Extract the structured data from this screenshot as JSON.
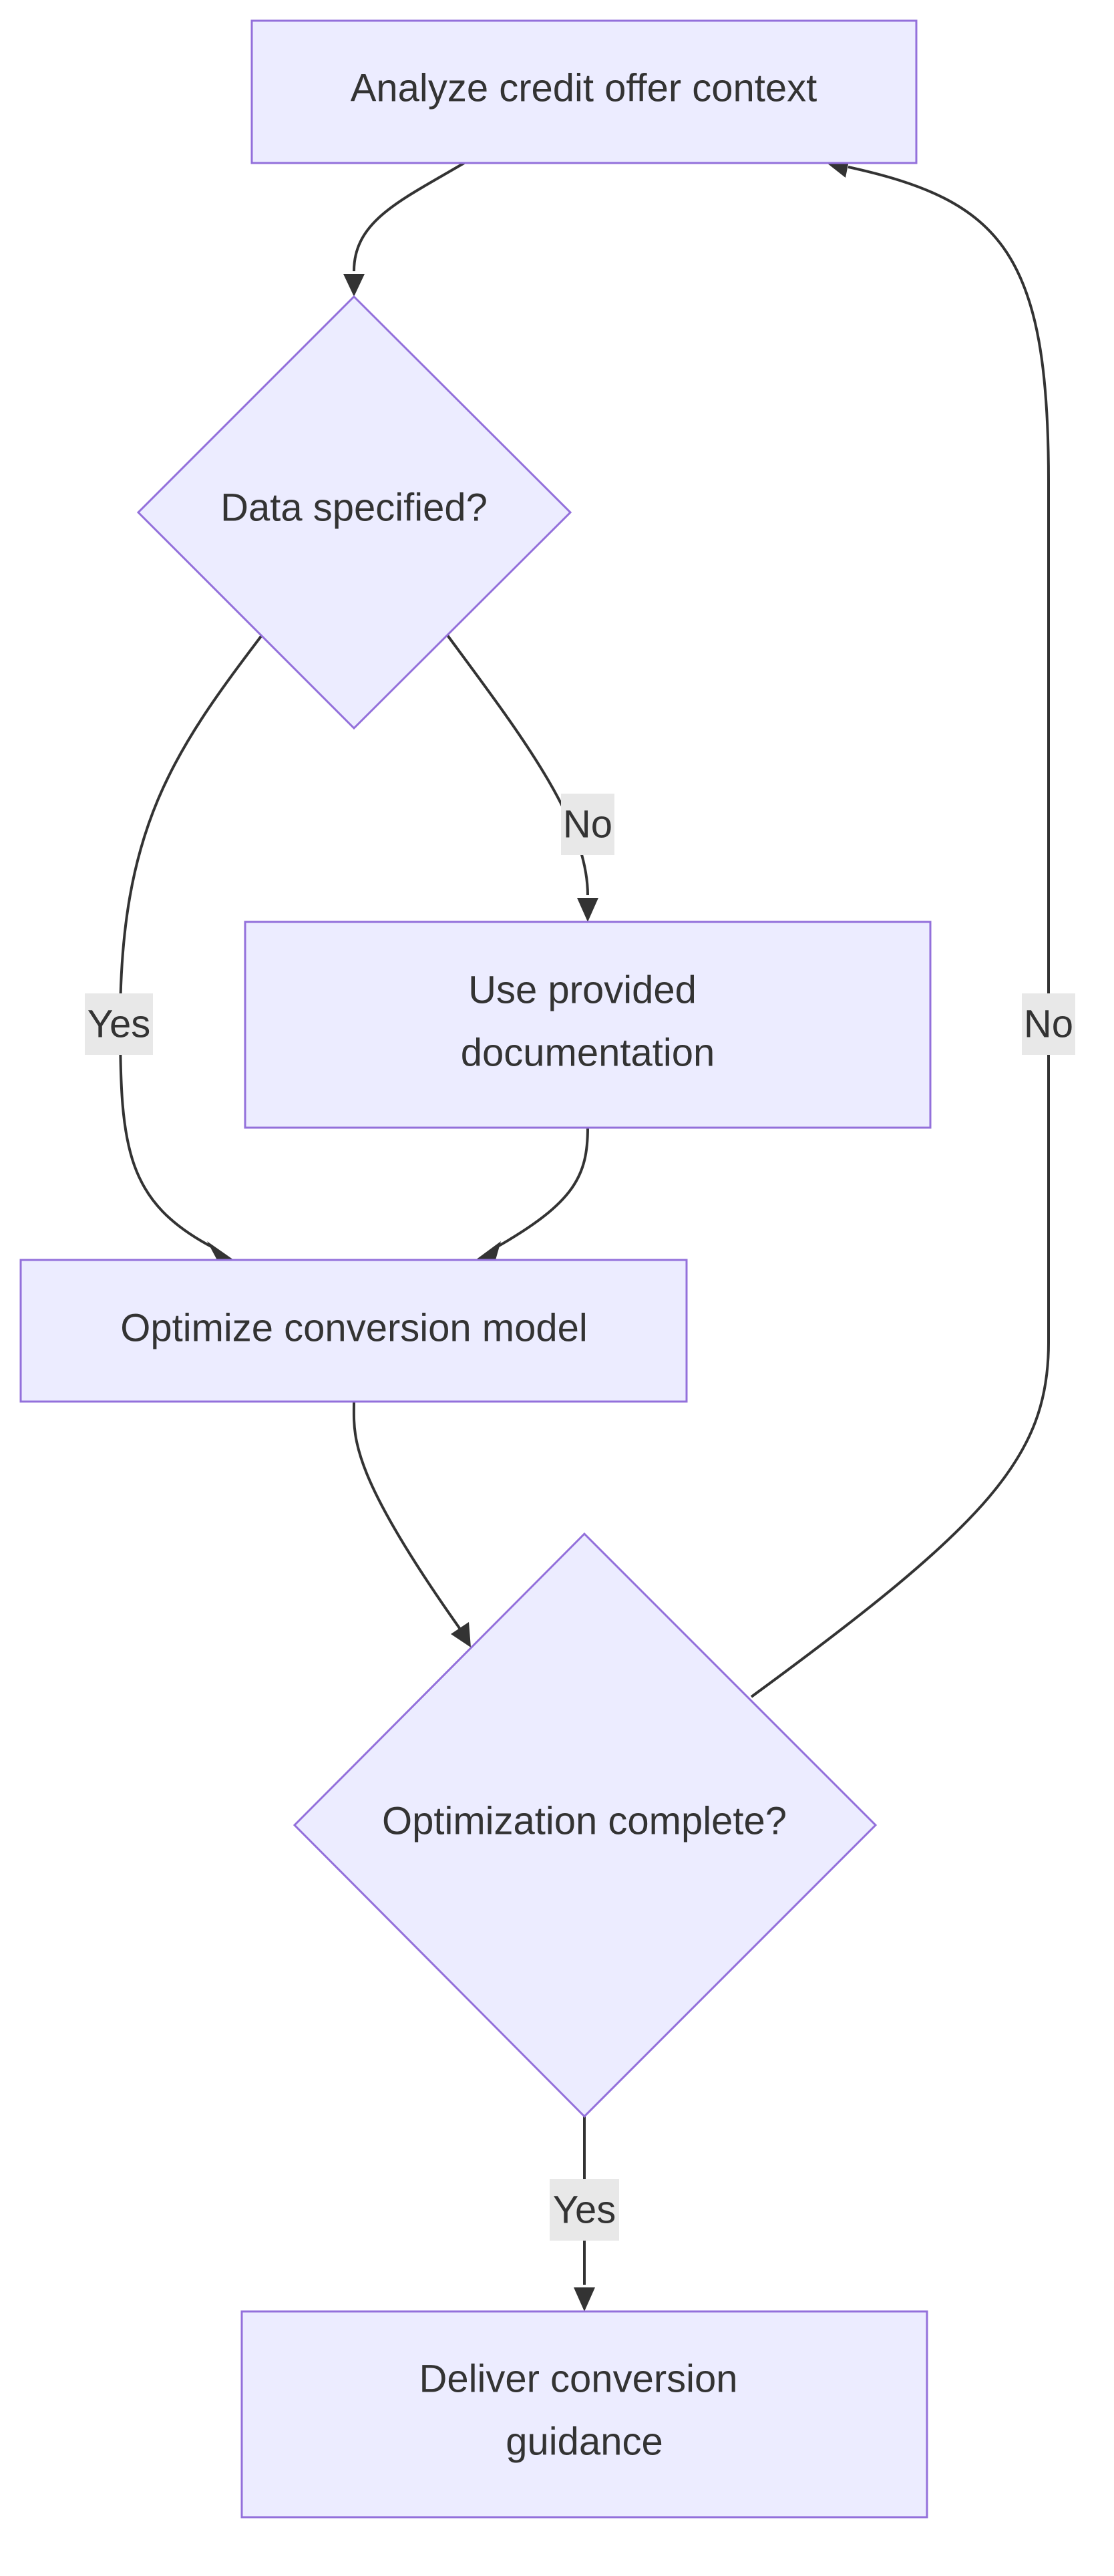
{
  "colors": {
    "node_fill": "#ececff",
    "node_stroke": "#9370db",
    "edge": "#333333",
    "label_bg": "#e8e8e8",
    "text": "#333333"
  },
  "nodes": {
    "analyze": {
      "shape": "rectangle",
      "lines": [
        "Analyze credit offer context"
      ]
    },
    "data_specified": {
      "shape": "diamond",
      "lines": [
        "Data specified?"
      ]
    },
    "use_docs": {
      "shape": "rectangle",
      "lines": [
        "Use provided",
        "documentation"
      ]
    },
    "optimize": {
      "shape": "rectangle",
      "lines": [
        "Optimize conversion model"
      ]
    },
    "complete": {
      "shape": "diamond",
      "lines": [
        "Optimization complete?"
      ]
    },
    "deliver": {
      "shape": "rectangle",
      "lines": [
        "Deliver conversion",
        "guidance"
      ]
    }
  },
  "edges": {
    "analyze_to_data": {
      "from": "analyze",
      "to": "data_specified",
      "label": ""
    },
    "data_yes": {
      "from": "data_specified",
      "to": "optimize",
      "label": "Yes"
    },
    "data_no": {
      "from": "data_specified",
      "to": "use_docs",
      "label": "No"
    },
    "docs_to_optimize": {
      "from": "use_docs",
      "to": "optimize",
      "label": ""
    },
    "optimize_to_complete": {
      "from": "optimize",
      "to": "complete",
      "label": ""
    },
    "complete_no": {
      "from": "complete",
      "to": "analyze",
      "label": "No"
    },
    "complete_yes": {
      "from": "complete",
      "to": "deliver",
      "label": "Yes"
    }
  }
}
